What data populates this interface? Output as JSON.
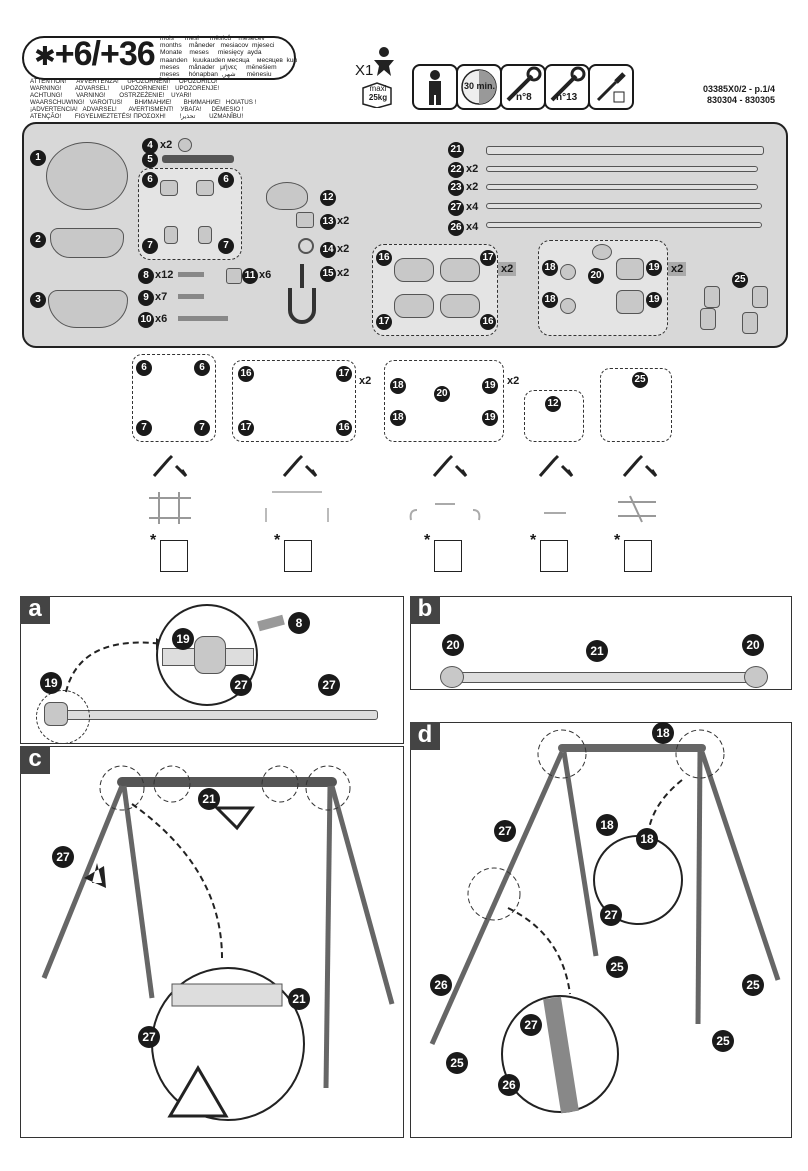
{
  "header": {
    "age_range": "+6/+36",
    "months_words": "mois      mesi      měsíců    mesecev\nmonths    måneder   mesiacov  mjeseci\nMonate    meses     miesięcy  ayda\nmaanden   kuukauden месяца    месяцев  kuu\nmeses     månader   μήνες     mēnešiem\nmeses     hónapban  ,شهر      mėnesiu",
    "warnings": "ATTENTION!      AVVERTENZA!     UPOZORNĚNÍ!     OPOZORILO!\nWARNING!        ADVARSEL!       UPOZORNENIE!    UPOZORENJE!\nACHTUNG!        VARNING!        OSTRZEŻENIE!    UYARI!\nWAARSCHUWING!   VAROITUS!       ВНИМАНИЕ!       ВНИМАНИЕ!   HOIATUS !\n¡ADVERTENCIA!   ADVARSEL!       AVERTISMENT!    УВАГА!      DĖMESIO !\nATENÇÃO!        FIGYELMEZTETÉS! ΠΡΟΣΟΧΗ!        !تحذير        UZMANĪBU!",
    "adult_count": "X1",
    "maxi_label": "maxi",
    "maxi_weight": "25kg",
    "time": "30 min.",
    "wrench1": "n°8",
    "wrench2": "n°13",
    "ref_code": "03385X0/2 - p.1/4",
    "ref_models": "830304 - 830305"
  },
  "parts": [
    {
      "n": "1"
    },
    {
      "n": "2"
    },
    {
      "n": "3"
    },
    {
      "n": "4",
      "q": "x2"
    },
    {
      "n": "5"
    },
    {
      "n": "6"
    },
    {
      "n": "7"
    },
    {
      "n": "8",
      "q": "x12"
    },
    {
      "n": "9",
      "q": "x7"
    },
    {
      "n": "10",
      "q": "x6"
    },
    {
      "n": "11",
      "q": "x6"
    },
    {
      "n": "12"
    },
    {
      "n": "13",
      "q": "x2"
    },
    {
      "n": "14",
      "q": "x2"
    },
    {
      "n": "15",
      "q": "x2"
    },
    {
      "n": "16"
    },
    {
      "n": "17"
    },
    {
      "n": "18"
    },
    {
      "n": "19"
    },
    {
      "n": "20"
    },
    {
      "n": "21"
    },
    {
      "n": "22",
      "q": "x2"
    },
    {
      "n": "23",
      "q": "x2"
    },
    {
      "n": "27",
      "q": "x4"
    },
    {
      "n": "26",
      "q": "x4"
    },
    {
      "n": "25"
    }
  ],
  "group_qty": "x2",
  "sections": {
    "a": {
      "tag": "a",
      "callouts": [
        "19",
        "19",
        "8",
        "27",
        "27"
      ]
    },
    "b": {
      "tag": "b",
      "callouts": [
        "20",
        "21",
        "20"
      ]
    },
    "c": {
      "tag": "c",
      "callouts": [
        "21",
        "27",
        "21",
        "27"
      ]
    },
    "d": {
      "tag": "d",
      "callouts": [
        "18",
        "27",
        "18",
        "18",
        "27",
        "25",
        "26",
        "25",
        "25",
        "25",
        "27",
        "26"
      ]
    }
  },
  "star": "*",
  "sep_x": "x"
}
